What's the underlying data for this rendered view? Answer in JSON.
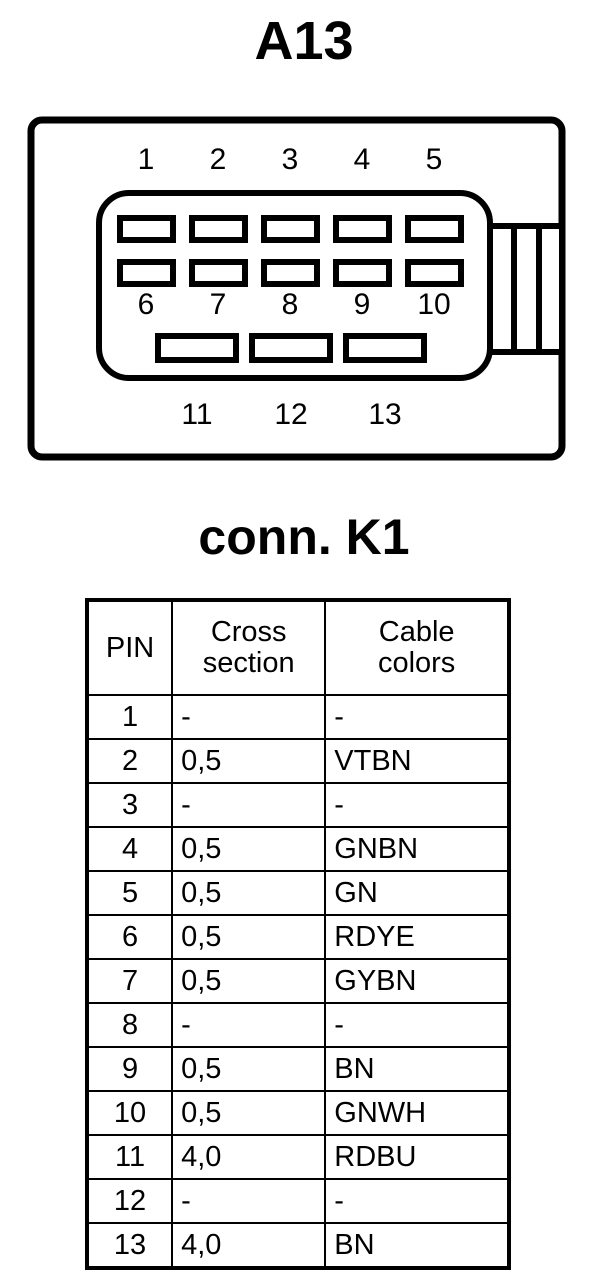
{
  "titles": {
    "connector_id": "A13",
    "connector_name": "conn. K1"
  },
  "connector_diagram": {
    "name": "A13",
    "pin_count": 13,
    "row1_labels": [
      "1",
      "2",
      "3",
      "4",
      "5"
    ],
    "row2_labels": [
      "6",
      "7",
      "8",
      "9",
      "10"
    ],
    "row3_labels": [
      "11",
      "12",
      "13"
    ],
    "side_tab_segments": 3,
    "colors": {
      "stroke": "#000000",
      "fill": "#ffffff"
    }
  },
  "table": {
    "headers": [
      "PIN",
      "Cross section",
      "Cable colors"
    ],
    "header_lines": [
      [
        "PIN"
      ],
      [
        "Cross",
        "section"
      ],
      [
        "Cable",
        "colors"
      ]
    ],
    "rows": [
      {
        "pin": "1",
        "cross_section": "-",
        "cable_colors": "-"
      },
      {
        "pin": "2",
        "cross_section": "0,5",
        "cable_colors": "VTBN"
      },
      {
        "pin": "3",
        "cross_section": "-",
        "cable_colors": "-"
      },
      {
        "pin": "4",
        "cross_section": "0,5",
        "cable_colors": "GNBN"
      },
      {
        "pin": "5",
        "cross_section": "0,5",
        "cable_colors": "GN"
      },
      {
        "pin": "6",
        "cross_section": "0,5",
        "cable_colors": "RDYE"
      },
      {
        "pin": "7",
        "cross_section": "0,5",
        "cable_colors": "GYBN"
      },
      {
        "pin": "8",
        "cross_section": "-",
        "cable_colors": "-"
      },
      {
        "pin": "9",
        "cross_section": "0,5",
        "cable_colors": "BN"
      },
      {
        "pin": "10",
        "cross_section": "0,5",
        "cable_colors": "GNWH"
      },
      {
        "pin": "11",
        "cross_section": "4,0",
        "cable_colors": "RDBU"
      },
      {
        "pin": "12",
        "cross_section": "-",
        "cable_colors": "-"
      },
      {
        "pin": "13",
        "cross_section": "4,0",
        "cable_colors": "BN"
      }
    ]
  }
}
